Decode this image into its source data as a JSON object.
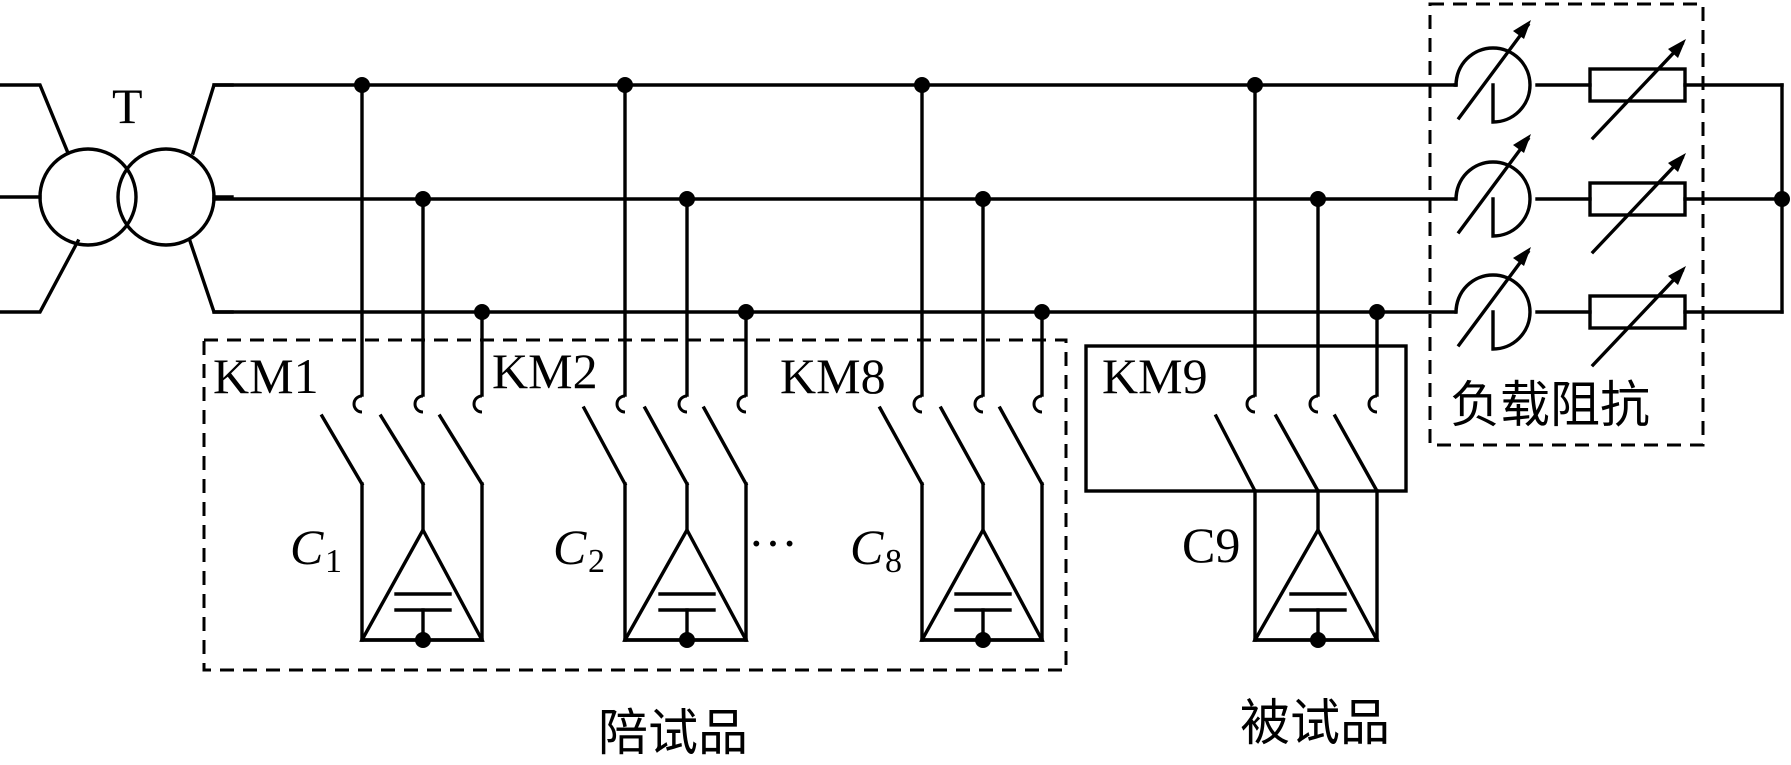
{
  "transformer": {
    "label": "T"
  },
  "groups": {
    "companion_label": "陪试品",
    "tested_label": "被试品",
    "load_label": "负载阻抗"
  },
  "units": [
    {
      "switch": "KM1",
      "cap_main": "C",
      "cap_sub": "1"
    },
    {
      "switch": "KM2",
      "cap_main": "C",
      "cap_sub": "2"
    },
    {
      "switch": "KM8",
      "cap_main": "C",
      "cap_sub": "8"
    },
    {
      "switch": "KM9",
      "cap_main": "C9",
      "cap_sub": ""
    }
  ],
  "ellipsis": "···"
}
